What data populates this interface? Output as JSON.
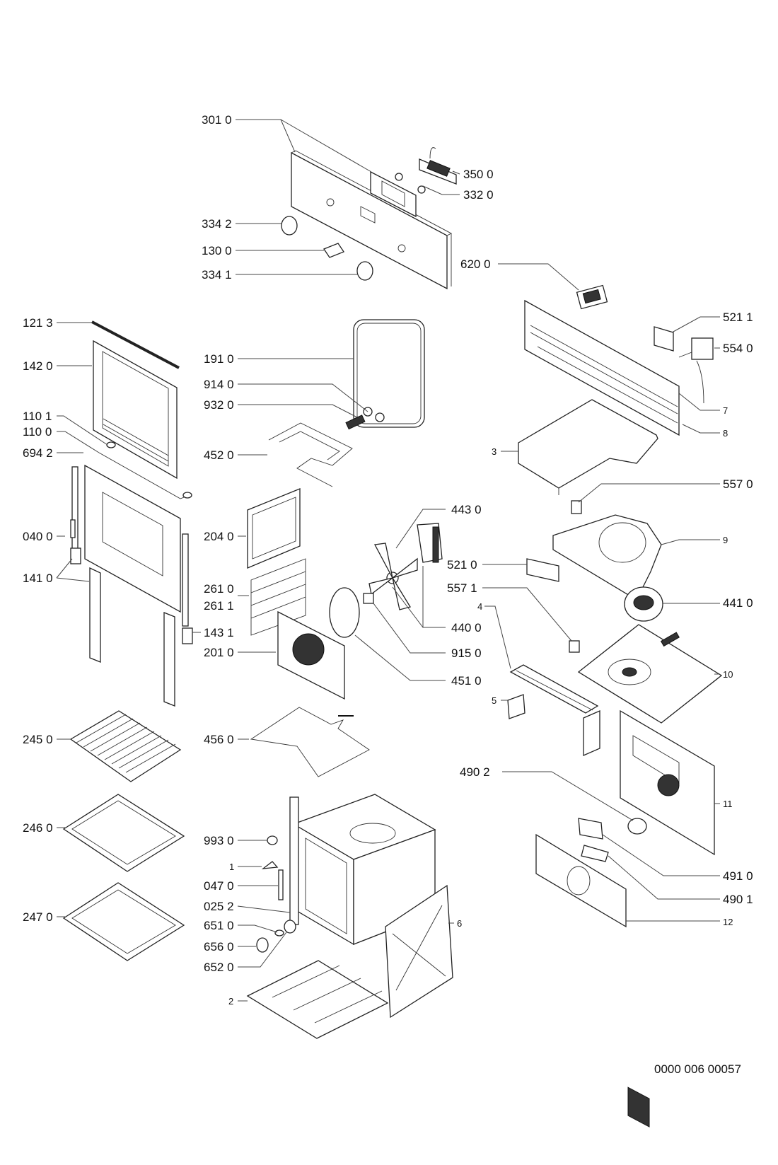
{
  "document": {
    "type": "exploded parts diagram",
    "subject": "built-in oven",
    "reference_code": "0000 006 00057"
  },
  "labels": [
    {
      "id": "p3010",
      "text": "301 0"
    },
    {
      "id": "p3500",
      "text": "350 0"
    },
    {
      "id": "p3320",
      "text": "332 0"
    },
    {
      "id": "p3342",
      "text": "334 2"
    },
    {
      "id": "p1300",
      "text": "130 0"
    },
    {
      "id": "p3341",
      "text": "334 1"
    },
    {
      "id": "p6200",
      "text": "620 0"
    },
    {
      "id": "p1213",
      "text": "121 3"
    },
    {
      "id": "p1420",
      "text": "142 0"
    },
    {
      "id": "p1910",
      "text": "191 0"
    },
    {
      "id": "p9140",
      "text": "914 0"
    },
    {
      "id": "p9320",
      "text": "932 0"
    },
    {
      "id": "p1101",
      "text": "110 1"
    },
    {
      "id": "p1100",
      "text": "110 0"
    },
    {
      "id": "p6942",
      "text": "694 2"
    },
    {
      "id": "p4520",
      "text": "452 0"
    },
    {
      "id": "p5211",
      "text": "521 1"
    },
    {
      "id": "p5540",
      "text": "554 0"
    },
    {
      "id": "p7",
      "text": "7"
    },
    {
      "id": "p8",
      "text": "8"
    },
    {
      "id": "p3",
      "text": "3"
    },
    {
      "id": "p5570",
      "text": "557 0"
    },
    {
      "id": "p4430",
      "text": "443 0"
    },
    {
      "id": "p0400",
      "text": "040 0"
    },
    {
      "id": "p2040",
      "text": "204 0"
    },
    {
      "id": "p9",
      "text": "9"
    },
    {
      "id": "p5210",
      "text": "521 0"
    },
    {
      "id": "p1410",
      "text": "141 0"
    },
    {
      "id": "p5571",
      "text": "557 1"
    },
    {
      "id": "p2610",
      "text": "261 0"
    },
    {
      "id": "p2611",
      "text": "261 1"
    },
    {
      "id": "p4",
      "text": "4"
    },
    {
      "id": "p4410",
      "text": "441 0"
    },
    {
      "id": "p4400",
      "text": "440 0"
    },
    {
      "id": "p1431",
      "text": "143 1"
    },
    {
      "id": "p2010",
      "text": "201 0"
    },
    {
      "id": "p9150",
      "text": "915 0"
    },
    {
      "id": "p4510",
      "text": "451 0"
    },
    {
      "id": "p10",
      "text": "10"
    },
    {
      "id": "p5",
      "text": "5"
    },
    {
      "id": "p2450",
      "text": "245 0"
    },
    {
      "id": "p4560",
      "text": "456 0"
    },
    {
      "id": "p4902",
      "text": "490 2"
    },
    {
      "id": "p11",
      "text": "11"
    },
    {
      "id": "p2460",
      "text": "246 0"
    },
    {
      "id": "p9930",
      "text": "993 0"
    },
    {
      "id": "p1",
      "text": "1"
    },
    {
      "id": "p0470",
      "text": "047 0"
    },
    {
      "id": "p4910",
      "text": "491 0"
    },
    {
      "id": "p4901",
      "text": "490 1"
    },
    {
      "id": "p0252",
      "text": "025 2"
    },
    {
      "id": "p2470",
      "text": "247 0"
    },
    {
      "id": "p6510",
      "text": "651 0"
    },
    {
      "id": "p12",
      "text": "12"
    },
    {
      "id": "p6560",
      "text": "656 0"
    },
    {
      "id": "p6",
      "text": "6"
    },
    {
      "id": "p6520",
      "text": "652 0"
    },
    {
      "id": "p2",
      "text": "2"
    }
  ],
  "parts": [
    {
      "id": "control-panel",
      "name": "control panel fascia"
    },
    {
      "id": "display-module",
      "name": "display module"
    },
    {
      "id": "knob",
      "name": "control knob"
    },
    {
      "id": "outer-door-glass",
      "name": "outer door glass"
    },
    {
      "id": "inner-door",
      "name": "inner door frame"
    },
    {
      "id": "door-gasket",
      "name": "door gasket"
    },
    {
      "id": "grill-element",
      "name": "grill heating element"
    },
    {
      "id": "fan-blade",
      "name": "convection fan blade"
    },
    {
      "id": "fan-motor",
      "name": "fan motor"
    },
    {
      "id": "ring-element",
      "name": "circular heating element"
    },
    {
      "id": "back-cover",
      "name": "rear fan cover"
    },
    {
      "id": "lower-element",
      "name": "lower heating element"
    },
    {
      "id": "wire-shelf",
      "name": "wire shelf"
    },
    {
      "id": "baking-tray",
      "name": "baking tray"
    },
    {
      "id": "drip-pan",
      "name": "drip pan"
    },
    {
      "id": "oven-cavity",
      "name": "oven cavity"
    },
    {
      "id": "cooling-fan",
      "name": "cooling fan"
    },
    {
      "id": "rear-panel",
      "name": "rear panel"
    },
    {
      "id": "side-panel",
      "name": "side panel"
    },
    {
      "id": "bottom-plate",
      "name": "bottom plate"
    }
  ]
}
